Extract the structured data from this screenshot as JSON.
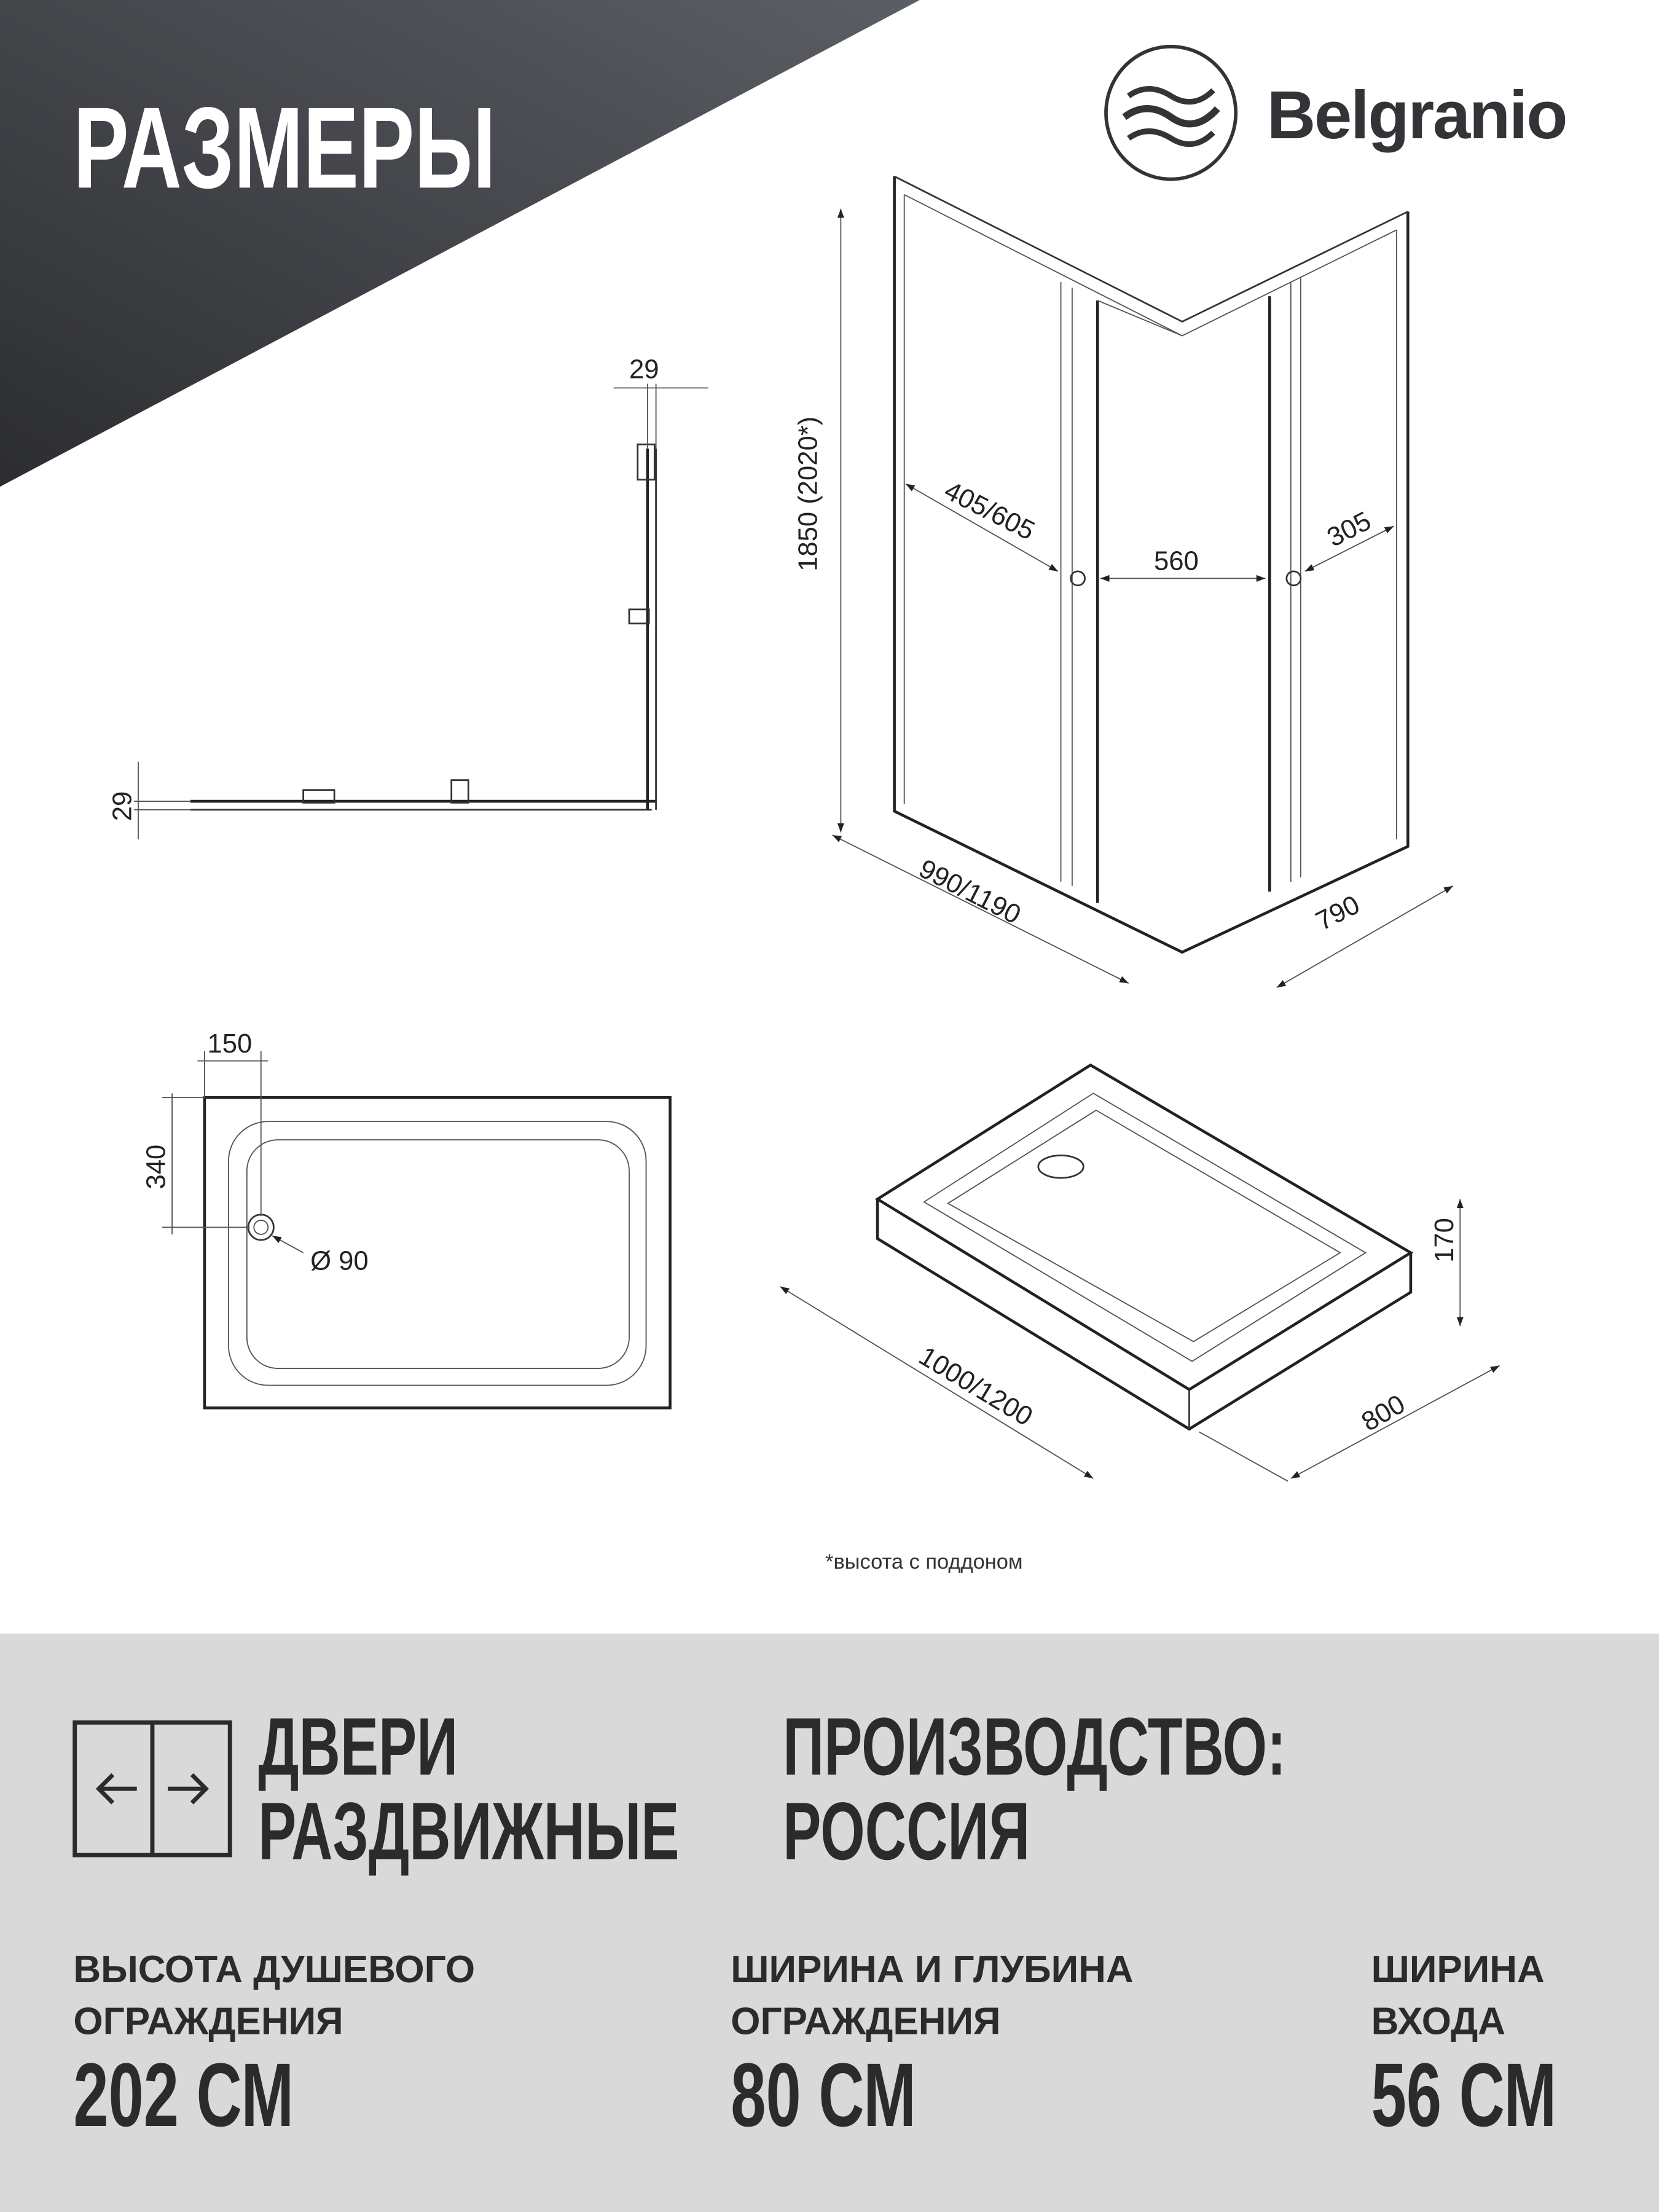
{
  "header": {
    "title": "РАЗМЕРЫ",
    "colors": {
      "banner": "#3d3f44",
      "title": "#ffffff"
    }
  },
  "logo": {
    "brand": "Belgranio",
    "icon": "waves-circle-icon",
    "color": "#333438"
  },
  "top_view": {
    "dim_vertical_profile": "29",
    "dim_horizontal_profile": "29"
  },
  "enclosure": {
    "height": "1850 (2020*)",
    "fixed_panel_width": "405/605",
    "entrance_width": "560",
    "side_panel_width": "305",
    "length": "990/1190",
    "depth": "790"
  },
  "tray_plan": {
    "drain_offset_x": "150",
    "drain_offset_y": "340",
    "drain_diameter": "Ø 90"
  },
  "tray_iso": {
    "length": "1000/1200",
    "depth": "800",
    "height": "170"
  },
  "footnote": "*высота с поддоном",
  "features": {
    "doors": {
      "line1": "ДВЕРИ",
      "line2": "РАЗДВИЖНЫЕ",
      "icon": "sliding-doors-icon"
    },
    "origin": {
      "line1": "ПРОИЗВОДСТВО:",
      "line2": "РОССИЯ"
    }
  },
  "specs": [
    {
      "label1": "ВЫСОТА ДУШЕВОГО",
      "label2": "ОГРАЖДЕНИЯ",
      "value": "202 СМ"
    },
    {
      "label1": "ШИРИНА И ГЛУБИНА",
      "label2": "ОГРАЖДЕНИЯ",
      "value": "80 СМ"
    },
    {
      "label1": "ШИРИНА",
      "label2": "ВХОДА",
      "value": "56 СМ"
    }
  ],
  "colors": {
    "panel": "#d9d9d9",
    "text": "#2b2b2e"
  }
}
